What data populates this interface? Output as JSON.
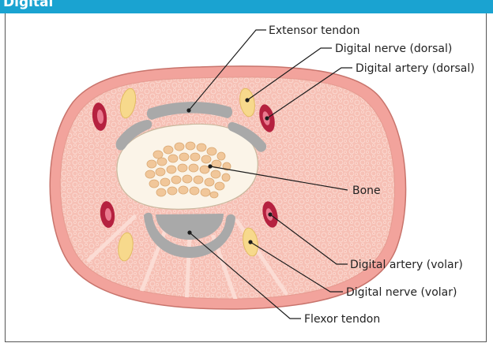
{
  "header": {
    "title": "Digital"
  },
  "colors": {
    "header": "#1aa3d1",
    "skin": "#f2a39c",
    "tissue": "#f6c0b5",
    "bone_cortex": "#fbf4e8",
    "bone_marrow": "#f1c79a",
    "tendon": "#a9a9a9",
    "artery": "#b5213f",
    "nerve": "#f7d98c"
  },
  "labels": {
    "extensor_tendon": "Extensor tendon",
    "digital_nerve_dorsal": "Digital nerve (dorsal)",
    "digital_artery_dorsal": "Digital artery (dorsal)",
    "bone": "Bone",
    "digital_artery_volar": "Digital artery (volar)",
    "digital_nerve_volar": "Digital nerve (volar)",
    "flexor_tendon": "Flexor tendon"
  }
}
